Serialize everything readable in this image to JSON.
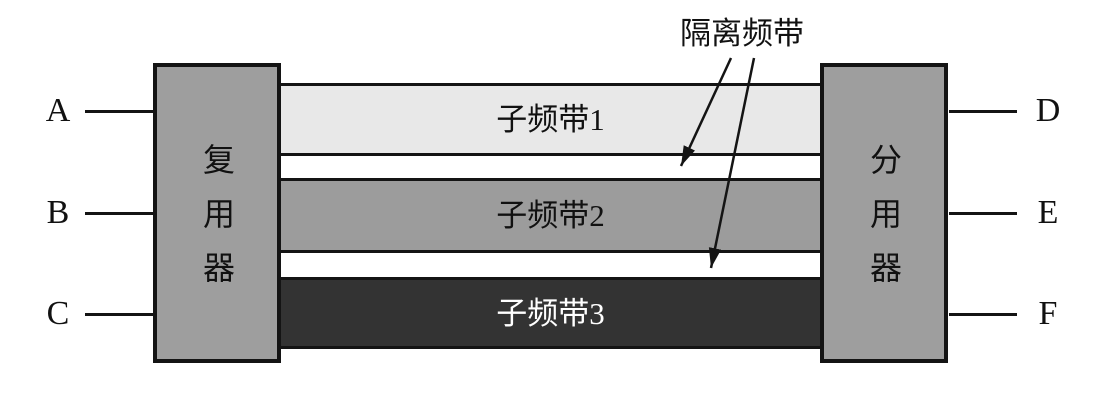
{
  "diagram": {
    "background": "#ffffff",
    "border_color": "#141414",
    "multiplexer": {
      "label": "复用器",
      "fill": "#9e9e9e"
    },
    "demultiplexer": {
      "label": "分用器",
      "fill": "#9e9e9e"
    },
    "inputs": [
      {
        "label": "A"
      },
      {
        "label": "B"
      },
      {
        "label": "C"
      }
    ],
    "outputs": [
      {
        "label": "D"
      },
      {
        "label": "E"
      },
      {
        "label": "F"
      }
    ],
    "bands": [
      {
        "label": "子频带1",
        "fill": "#e8e8e8",
        "text_color": "#111111"
      },
      {
        "label": "子频带2",
        "fill": "#9c9c9c",
        "text_color": "#111111"
      },
      {
        "label": "子频带3",
        "fill": "#333333",
        "text_color": "#ffffff"
      }
    ],
    "guard_band": {
      "label": "隔离频带"
    }
  }
}
